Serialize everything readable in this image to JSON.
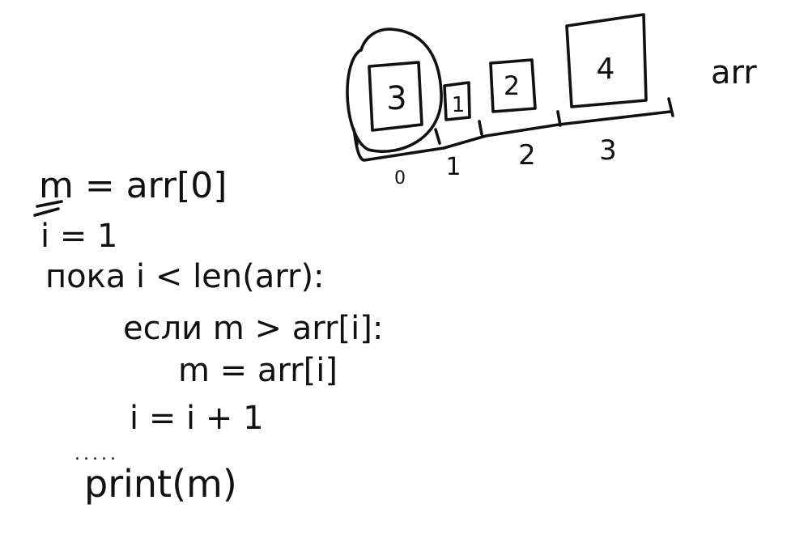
{
  "array": {
    "name": "arr",
    "values": [
      "3",
      "1",
      "2",
      "4"
    ],
    "indices": [
      "0",
      "1",
      "2",
      "3"
    ]
  },
  "code": {
    "line_1": "m = arr[0]",
    "line_2": "i = 1",
    "line_3": "пока i < len(arr):",
    "line_4": "если m > arr[i]:",
    "line_5": "m = arr[i]",
    "line_6": "i = i + 1",
    "line_7": ".....",
    "line_8": "print(m)"
  },
  "colors": {
    "ink": "#111111",
    "background": "#ffffff"
  }
}
